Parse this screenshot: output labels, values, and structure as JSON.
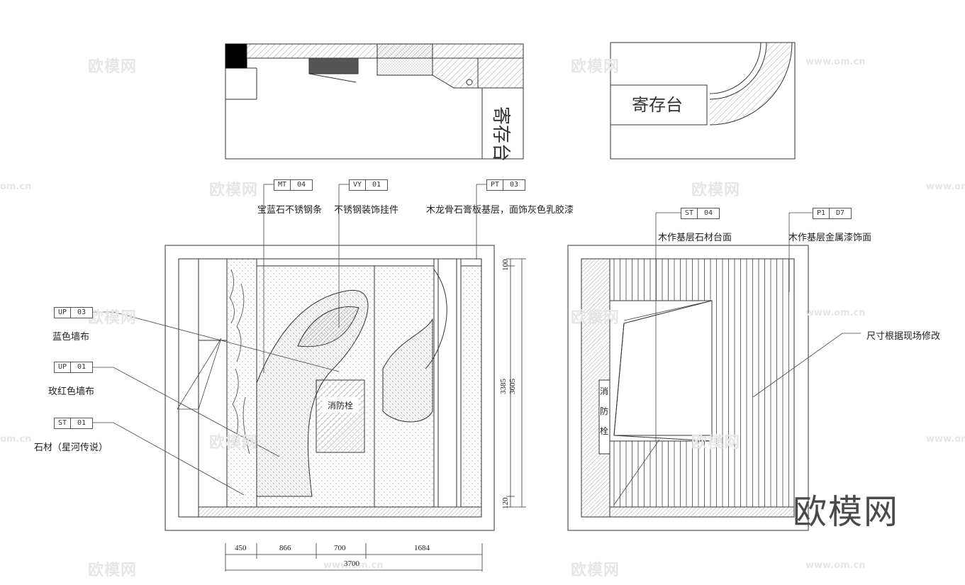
{
  "watermark": {
    "brand_cn": "欧模网",
    "url": "www.om.cn",
    "url_partial": "om.cn"
  },
  "plan_left": {
    "label": "寄存台"
  },
  "plan_right": {
    "label": "寄存台"
  },
  "elev_left": {
    "tags": [
      {
        "code": "MT",
        "num": "04",
        "note": "宝蓝石不锈钢条"
      },
      {
        "code": "VY",
        "num": "01",
        "note": "不锈钢装饰挂件"
      },
      {
        "code": "PT",
        "num": "03",
        "note": "木龙骨石膏板基层，面饰灰色乳胶漆"
      },
      {
        "code": "UP",
        "num": "03",
        "note": "蓝色墙布"
      },
      {
        "code": "UP",
        "num": "01",
        "note": "玫红色墙布"
      },
      {
        "code": "ST",
        "num": "01",
        "note": "石材（星河传说）"
      }
    ],
    "hydrant": "消防栓",
    "dims_h": [
      "450",
      "866",
      "700",
      "1684"
    ],
    "dim_total": "3700",
    "dims_v": [
      "100",
      "3385",
      "3605",
      "120"
    ]
  },
  "elev_right": {
    "tags": [
      {
        "code": "ST",
        "num": "04",
        "note": "木作基层石材台面"
      },
      {
        "code": "P1",
        "num": "D7",
        "note": "木作基层金属漆饰面"
      }
    ],
    "note_field": "尺寸根据现场修改",
    "hydrant": "消防栓"
  },
  "colors": {
    "line": "#333333",
    "hatch": "#777777",
    "watermark": "#e6e6e6",
    "big_watermark": "#4a4a4a"
  }
}
